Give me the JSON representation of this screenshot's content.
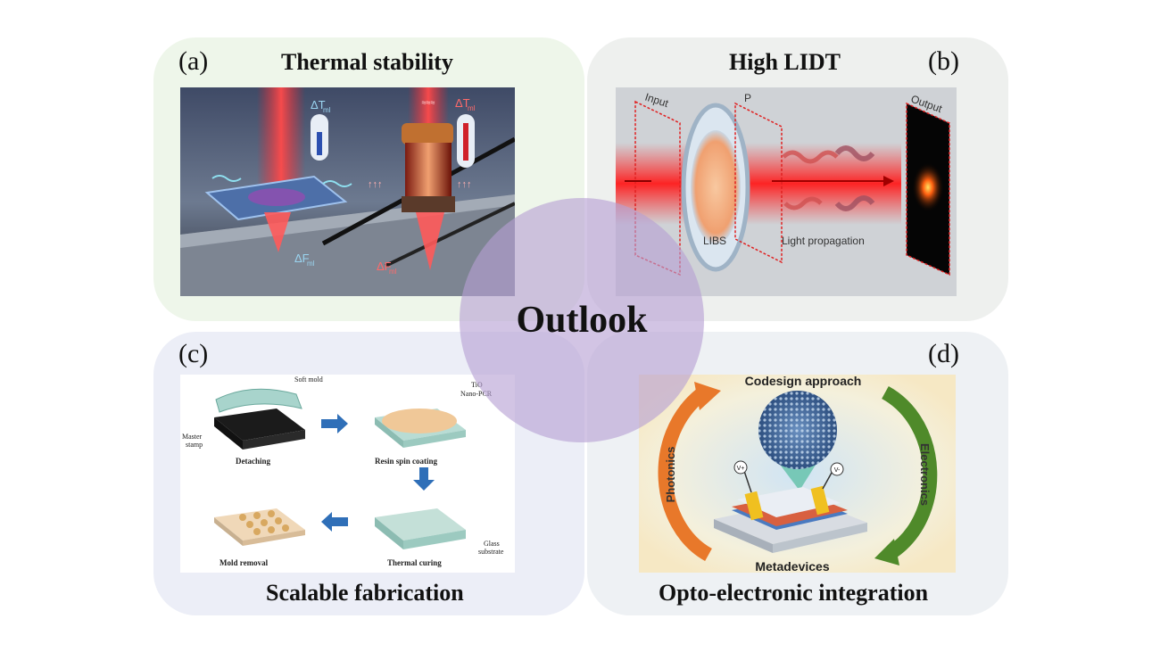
{
  "center_title": "Outlook",
  "panels": {
    "a": {
      "label": "(a)",
      "title": "Thermal stability",
      "figure_text": {
        "delta_t_left": "ΔT",
        "sub_left": "ml",
        "delta_t_right": "ΔT",
        "sub_right": "ml",
        "delta_f_left": "ΔF",
        "sub_f_left": "ml",
        "delta_f_right": "ΔF",
        "sub_f_right": "ml"
      }
    },
    "b": {
      "label": "(b)",
      "title": "High LIDT",
      "figure_text": {
        "input": "Input",
        "p": "P",
        "libs": "LIBS",
        "light": "Light propagation",
        "output": "Output"
      }
    },
    "c": {
      "label": "(c)",
      "title": "Scalable fabrication",
      "figure_text": {
        "soft_mold": "Soft mold",
        "master": "Master",
        "stamp": "stamp",
        "detaching": "Detaching",
        "tio2": "TiO",
        "nano": "Nano-PCR",
        "resin": "Resin spin coating",
        "mold_removal": "Mold removal",
        "thermal_curing": "Thermal curing",
        "glass": "Glass",
        "substrate": "substrate"
      }
    },
    "d": {
      "label": "(d)",
      "title": "Opto-electronic integration",
      "figure_text": {
        "codesign": "Codesign approach",
        "photonics": "Photonics",
        "electronics": "Electronics",
        "metadevices": "Metadevices",
        "vplus": "V+",
        "vminus": "V-"
      }
    }
  },
  "colors": {
    "panel_a": "#eef6ea",
    "panel_b": "#eef0ee",
    "panel_c": "#eceef7",
    "panel_d": "#eef1f4",
    "circle": "#b7a0d4",
    "laser_red": "#e8202a",
    "photonics_orange": "#e8782a",
    "electronics_green": "#4f8a2a"
  }
}
